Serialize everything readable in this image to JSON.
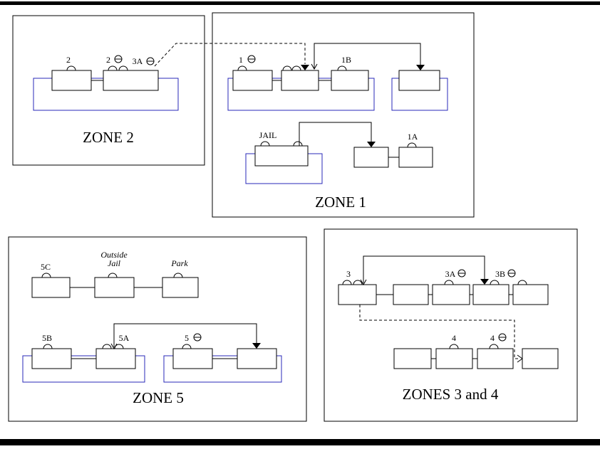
{
  "diagram": {
    "zone2": {
      "title": "ZONE 2",
      "room2_left": "2",
      "room2_right": "2",
      "exit_3a": "3A"
    },
    "zone1": {
      "title": "ZONE 1",
      "room1": "1",
      "room1b": "1B",
      "jail": "JAIL",
      "room1a": "1A"
    },
    "zone5": {
      "title": "ZONE 5",
      "room5c": "5C",
      "outside_line1": "Outside",
      "outside_line2": "Jail",
      "park": "Park",
      "room5b": "5B",
      "room5a": "5A",
      "room5": "5"
    },
    "zones34": {
      "title": "ZONES 3 and 4",
      "room3": "3",
      "room3a": "3A",
      "room3b": "3B",
      "room4": "4",
      "room4_restricted": "4"
    }
  },
  "colors": {
    "loop_blue": "#2929b8",
    "line_black": "#000000",
    "background": "#ffffff"
  }
}
